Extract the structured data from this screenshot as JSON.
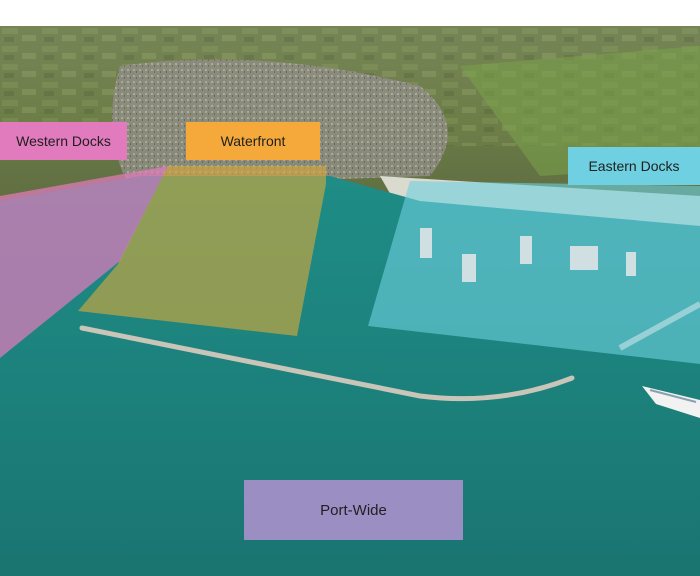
{
  "zones": {
    "western_docks": {
      "label": "Western Docks",
      "color": "#e17bbd"
    },
    "waterfront": {
      "label": "Waterfront",
      "color": "#f4a93a"
    },
    "eastern_docks": {
      "label": "Eastern Docks",
      "color": "#6ed0e0"
    },
    "port_wide": {
      "label": "Port-Wide",
      "color": "#9b8ec3"
    }
  },
  "colors": {
    "sea": "#1f8a83",
    "land": "#6f7e4e",
    "town": "#8c8a80",
    "cliff": "#e8e6df"
  }
}
